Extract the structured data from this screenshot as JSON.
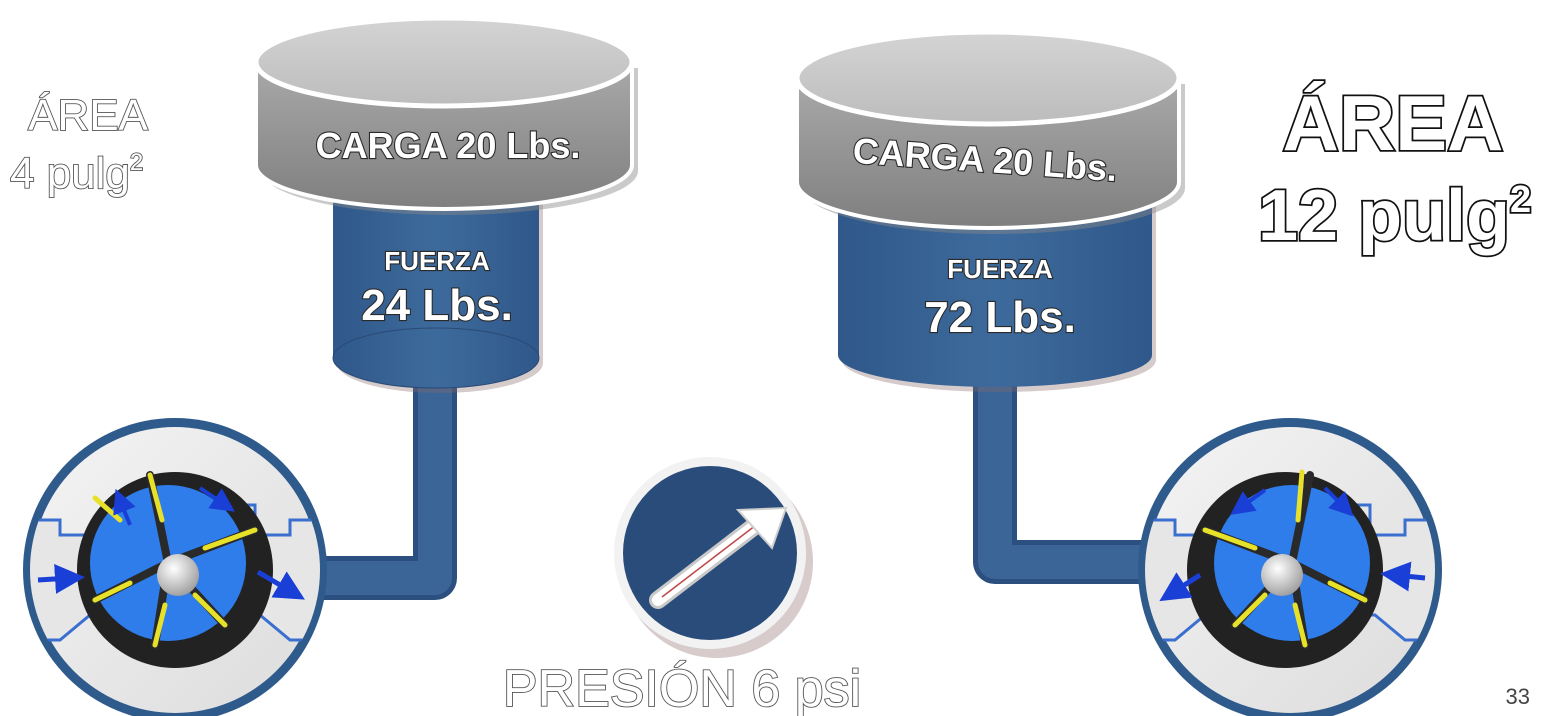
{
  "left": {
    "area_label": "ÁREA",
    "area_value": "4 pulg",
    "area_sup": "2",
    "load_label": "CARGA 20 Lbs.",
    "force_label": "FUERZA",
    "force_value": "24 Lbs."
  },
  "right": {
    "area_label": "ÁREA",
    "area_value": "12 pulg",
    "area_sup": "2",
    "load_label": "CARGA 20 Lbs.",
    "force_label": "FUERZA",
    "force_value": "72 Lbs."
  },
  "pressure_label": "PRESIÓN 6 psi",
  "page_number": "33",
  "colors": {
    "cylinder_blue": "#3a6596",
    "load_gray": "#b9b9b9",
    "gauge_blue": "#2a4c7a",
    "pump_blue": "#2f7dea",
    "vane_yellow": "#e8e12a"
  },
  "icons": [
    "pump-left-icon",
    "pump-right-icon",
    "pressure-gauge-icon"
  ]
}
